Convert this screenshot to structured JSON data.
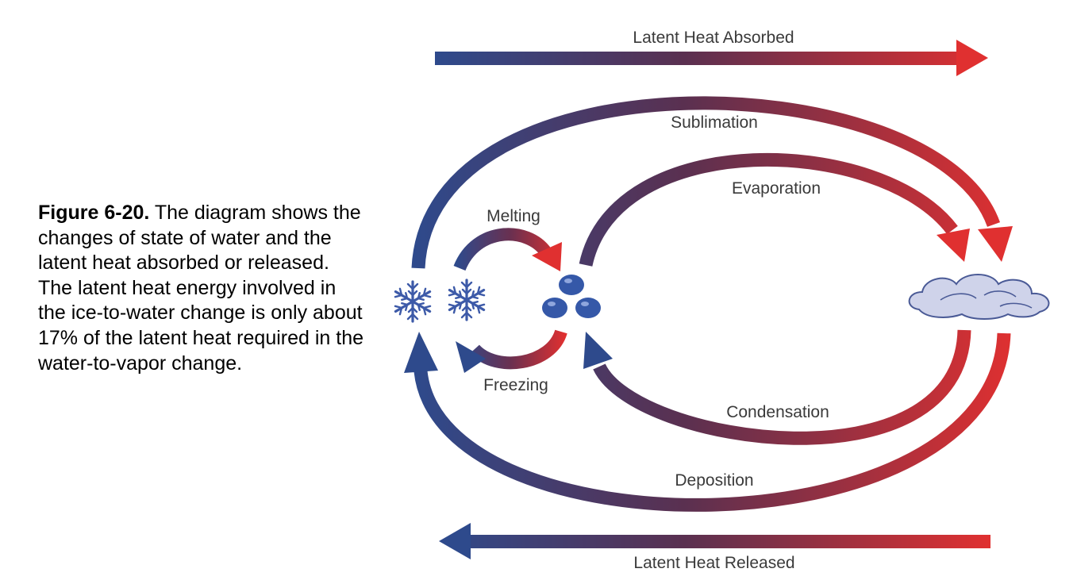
{
  "caption": {
    "figure_label": "Figure 6-20.",
    "text": "The diagram shows the changes of state of water and the latent heat absorbed or released. The latent heat energy involved in the ice-to-water change is only about 17% of the latent heat required in the water-to-vapor change."
  },
  "labels": {
    "latent_heat_absorbed": "Latent Heat Absorbed",
    "latent_heat_released": "Latent Heat Released",
    "sublimation": "Sublimation",
    "evaporation": "Evaporation",
    "melting": "Melting",
    "freezing": "Freezing",
    "condensation": "Condensation",
    "deposition": "Deposition"
  },
  "icons": {
    "ice": "snowflake-icon",
    "water": "water-droplets-icon",
    "vapor": "cloud-icon"
  },
  "colors": {
    "cold": "#2e4a8c",
    "hot": "#e03030",
    "ice": "#3d5aa8",
    "water": "#3558a8",
    "cloud_fill": "#cfd3ea",
    "cloud_stroke": "#4a5a96"
  }
}
